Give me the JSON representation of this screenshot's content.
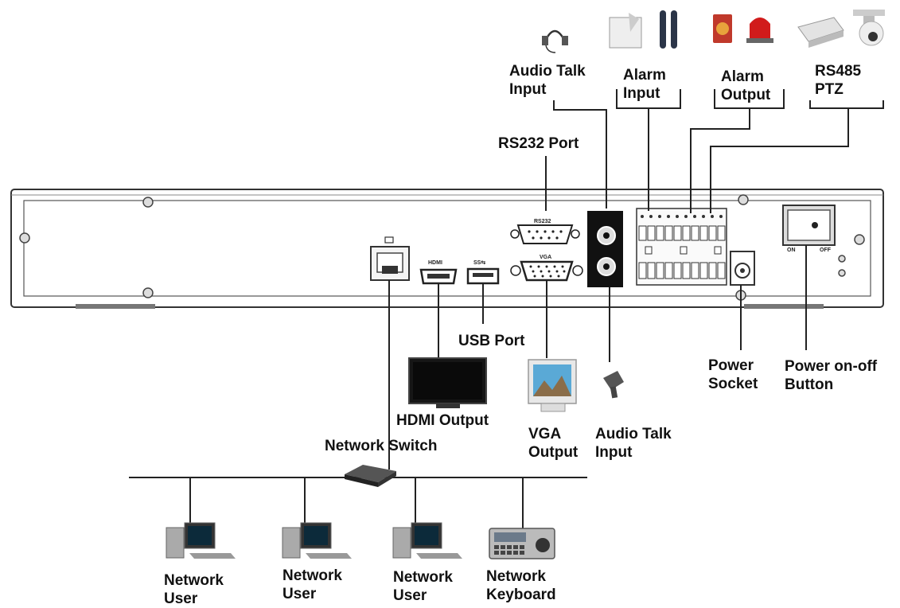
{
  "labels": {
    "audio_talk_input_top": [
      "Audio Talk",
      "Input"
    ],
    "alarm_input": [
      "Alarm",
      "Input"
    ],
    "alarm_output": [
      "Alarm",
      "Output"
    ],
    "rs485_ptz": [
      "RS485",
      "PTZ"
    ],
    "rs232_port": "RS232 Port",
    "usb_port": "USB Port",
    "hdmi_output": "HDMI Output",
    "network_switch": "Network Switch",
    "vga_output": [
      "VGA",
      "Output"
    ],
    "audio_talk_input_bottom": [
      "Audio Talk",
      "Input"
    ],
    "power_socket": [
      "Power",
      "Socket"
    ],
    "power_button": [
      "Power on-off",
      "Button"
    ],
    "network_user_1": [
      "Network",
      "User"
    ],
    "network_user_2": [
      "Network",
      "User"
    ],
    "network_user_3": [
      "Network",
      "User"
    ],
    "network_keyboard": [
      "Network",
      "Keyboard"
    ]
  },
  "panel_marks": {
    "rs232": "RS232",
    "vga": "VGA",
    "hdmi": "HDMI",
    "usb": "SS⇆",
    "power_on": "ON",
    "power_off": "OFF"
  }
}
